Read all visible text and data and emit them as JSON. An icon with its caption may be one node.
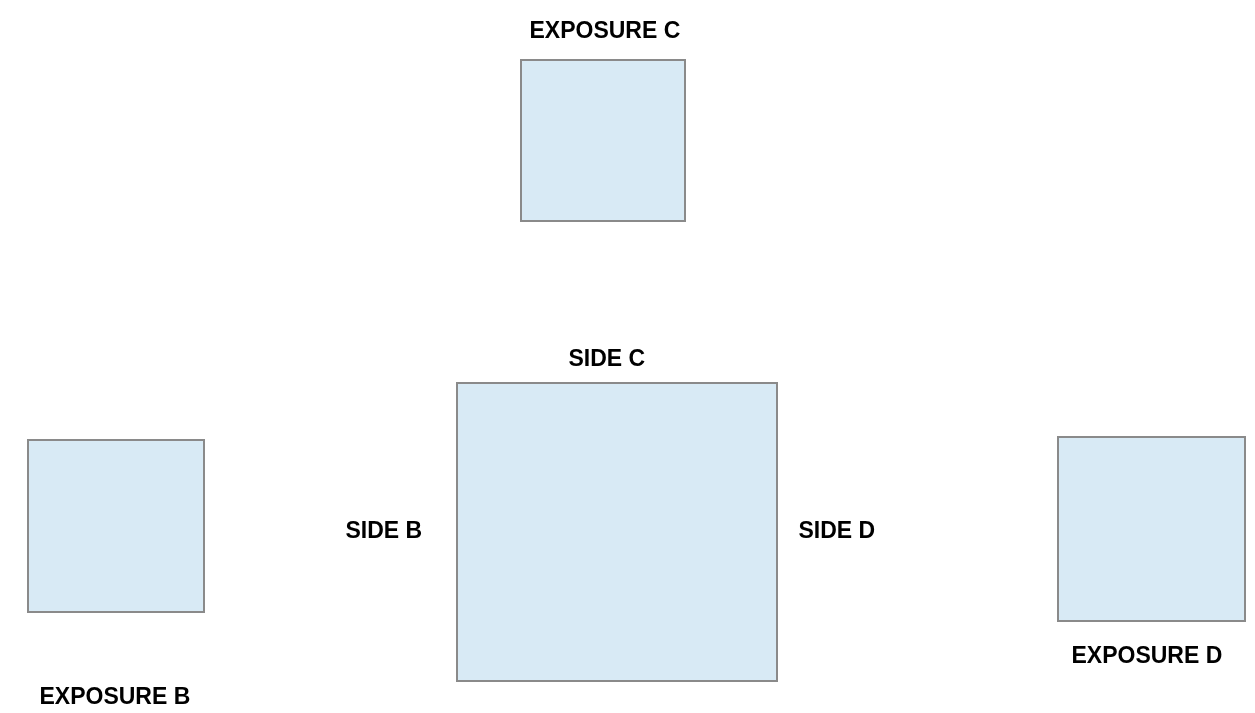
{
  "diagram": {
    "nodes": [
      {
        "text": [
          "EXPOSURE C"
        ]
      },
      {
        "text": [
          "EXPOSURE B"
        ]
      },
      {
        "text": [],
        "shape": "box",
        "beside": [
          "SIDE C",
          "SIDE B",
          "SIDE D"
        ]
      },
      {
        "text": [
          "EXPOSURE D"
        ]
      }
    ]
  }
}
